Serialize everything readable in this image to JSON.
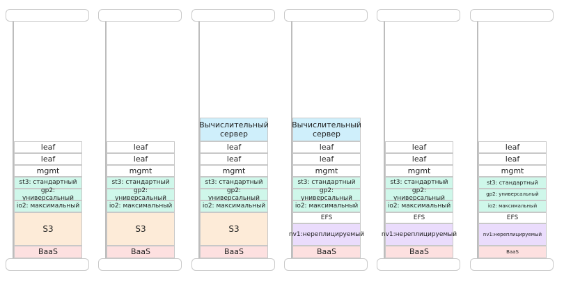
{
  "racks": [
    {
      "layers": [
        "leaf",
        "leaf",
        "mgmt",
        "st3: стандартный",
        "gp2: универсальный",
        "io2: максимальный",
        "S3",
        "BaaS"
      ]
    },
    {
      "layers": [
        "leaf",
        "leaf",
        "mgmt",
        "st3: стандартный",
        "gp2: универсальный",
        "io2: максимальный",
        "S3",
        "BaaS"
      ]
    },
    {
      "layers": [
        "Вычислительный сервер",
        "leaf",
        "leaf",
        "mgmt",
        "st3: стандартный",
        "gp2: универсальный",
        "io2: максимальный",
        "S3",
        "BaaS"
      ]
    },
    {
      "layers": [
        "Вычислительный сервер",
        "leaf",
        "leaf",
        "mgmt",
        "st3: стандартный",
        "gp2: универсальный",
        "io2: максимальный",
        "EFS",
        "nv1:нереплицируемый",
        "BaaS"
      ]
    },
    {
      "layers": [
        "leaf",
        "leaf",
        "mgmt",
        "st3: стандартный",
        "gp2: универсальный",
        "io2: максимальный",
        "EFS",
        "nv1:нереплицируемый",
        "BaaS"
      ]
    },
    {
      "layers": [
        "leaf",
        "leaf",
        "mgmt",
        "st3: стандартный",
        "gp2: универсальный",
        "io2: максимальный",
        "EFS",
        "nv1:нереплицируемый",
        "BaaS"
      ]
    }
  ],
  "colors": {
    "compute": "#cfeffb",
    "network": "#ffffff",
    "block_storage": "#cff7ea",
    "object_storage": "#fdebd8",
    "backup": "#fde0e0",
    "instance_store": "#eadcfc"
  }
}
